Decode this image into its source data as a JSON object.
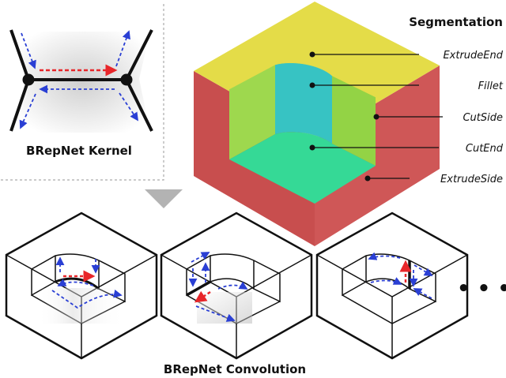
{
  "kernel": {
    "title": "BRepNet Kernel"
  },
  "segmentation": {
    "title": "Segmentation",
    "labels": [
      "ExtrudeEnd",
      "Fillet",
      "CutSide",
      "CutEnd",
      "ExtrudeSide"
    ]
  },
  "convolution": {
    "title": "BRepNet Convolution",
    "ellipsis": "• • •"
  },
  "colors": {
    "extrude_end": "#e4dc48",
    "fillet": "#37c3c3",
    "cut_side": "#9ed84e",
    "cut_end": "#35d996",
    "extrude_side": "#cf5757",
    "arrow_red": "#e8262a",
    "arrow_blue": "#2a3fd4"
  }
}
